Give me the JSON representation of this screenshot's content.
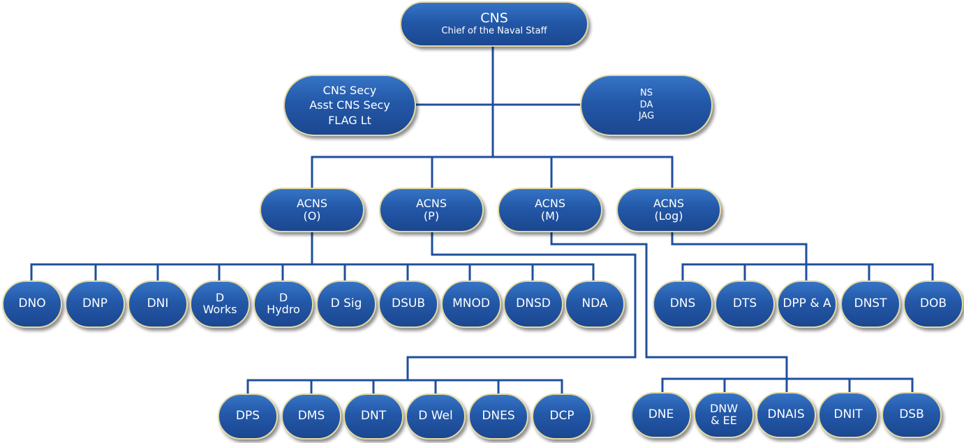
{
  "colors": {
    "node_fill": "#2358a8",
    "node_border": "#e3d9a2",
    "connector": "#1f4f9c",
    "text": "#ffffff"
  },
  "root": {
    "title": "CNS",
    "subtitle": "Chief of the Naval Staff"
  },
  "staff_left": {
    "lines": [
      "CNS Secy",
      "Asst CNS Secy",
      "FLAG Lt"
    ]
  },
  "staff_right": {
    "lines": [
      "NS",
      "DA",
      "JAG"
    ]
  },
  "acns": [
    {
      "lines": [
        "ACNS",
        "(O)"
      ]
    },
    {
      "lines": [
        "ACNS",
        "(P)"
      ]
    },
    {
      "lines": [
        "ACNS",
        "(M)"
      ]
    },
    {
      "lines": [
        "ACNS",
        "(Log)"
      ]
    }
  ],
  "ops_directorates": [
    {
      "lines": [
        "DNO"
      ]
    },
    {
      "lines": [
        "DNP"
      ]
    },
    {
      "lines": [
        "DNI"
      ]
    },
    {
      "lines": [
        "D",
        "Works"
      ]
    },
    {
      "lines": [
        "D",
        "Hydro"
      ]
    },
    {
      "lines": [
        "D Sig"
      ]
    },
    {
      "lines": [
        "DSUB"
      ]
    },
    {
      "lines": [
        "MNOD"
      ]
    },
    {
      "lines": [
        "DNSD"
      ]
    },
    {
      "lines": [
        "NDA"
      ]
    }
  ],
  "log_directorates": [
    {
      "lines": [
        "DNS"
      ]
    },
    {
      "lines": [
        "DTS"
      ]
    },
    {
      "lines": [
        "DPP & A"
      ]
    },
    {
      "lines": [
        "DNST"
      ]
    },
    {
      "lines": [
        "DOB"
      ]
    }
  ],
  "personnel_directorates": [
    {
      "lines": [
        "DPS"
      ]
    },
    {
      "lines": [
        "DMS"
      ]
    },
    {
      "lines": [
        "DNT"
      ]
    },
    {
      "lines": [
        "D Wel"
      ]
    },
    {
      "lines": [
        "DNES"
      ]
    },
    {
      "lines": [
        "DCP"
      ]
    }
  ],
  "materiel_directorates": [
    {
      "lines": [
        "DNE"
      ]
    },
    {
      "lines": [
        "DNW",
        "& EE"
      ]
    },
    {
      "lines": [
        "DNAIS"
      ]
    },
    {
      "lines": [
        "DNIT"
      ]
    },
    {
      "lines": [
        "DSB"
      ]
    }
  ]
}
